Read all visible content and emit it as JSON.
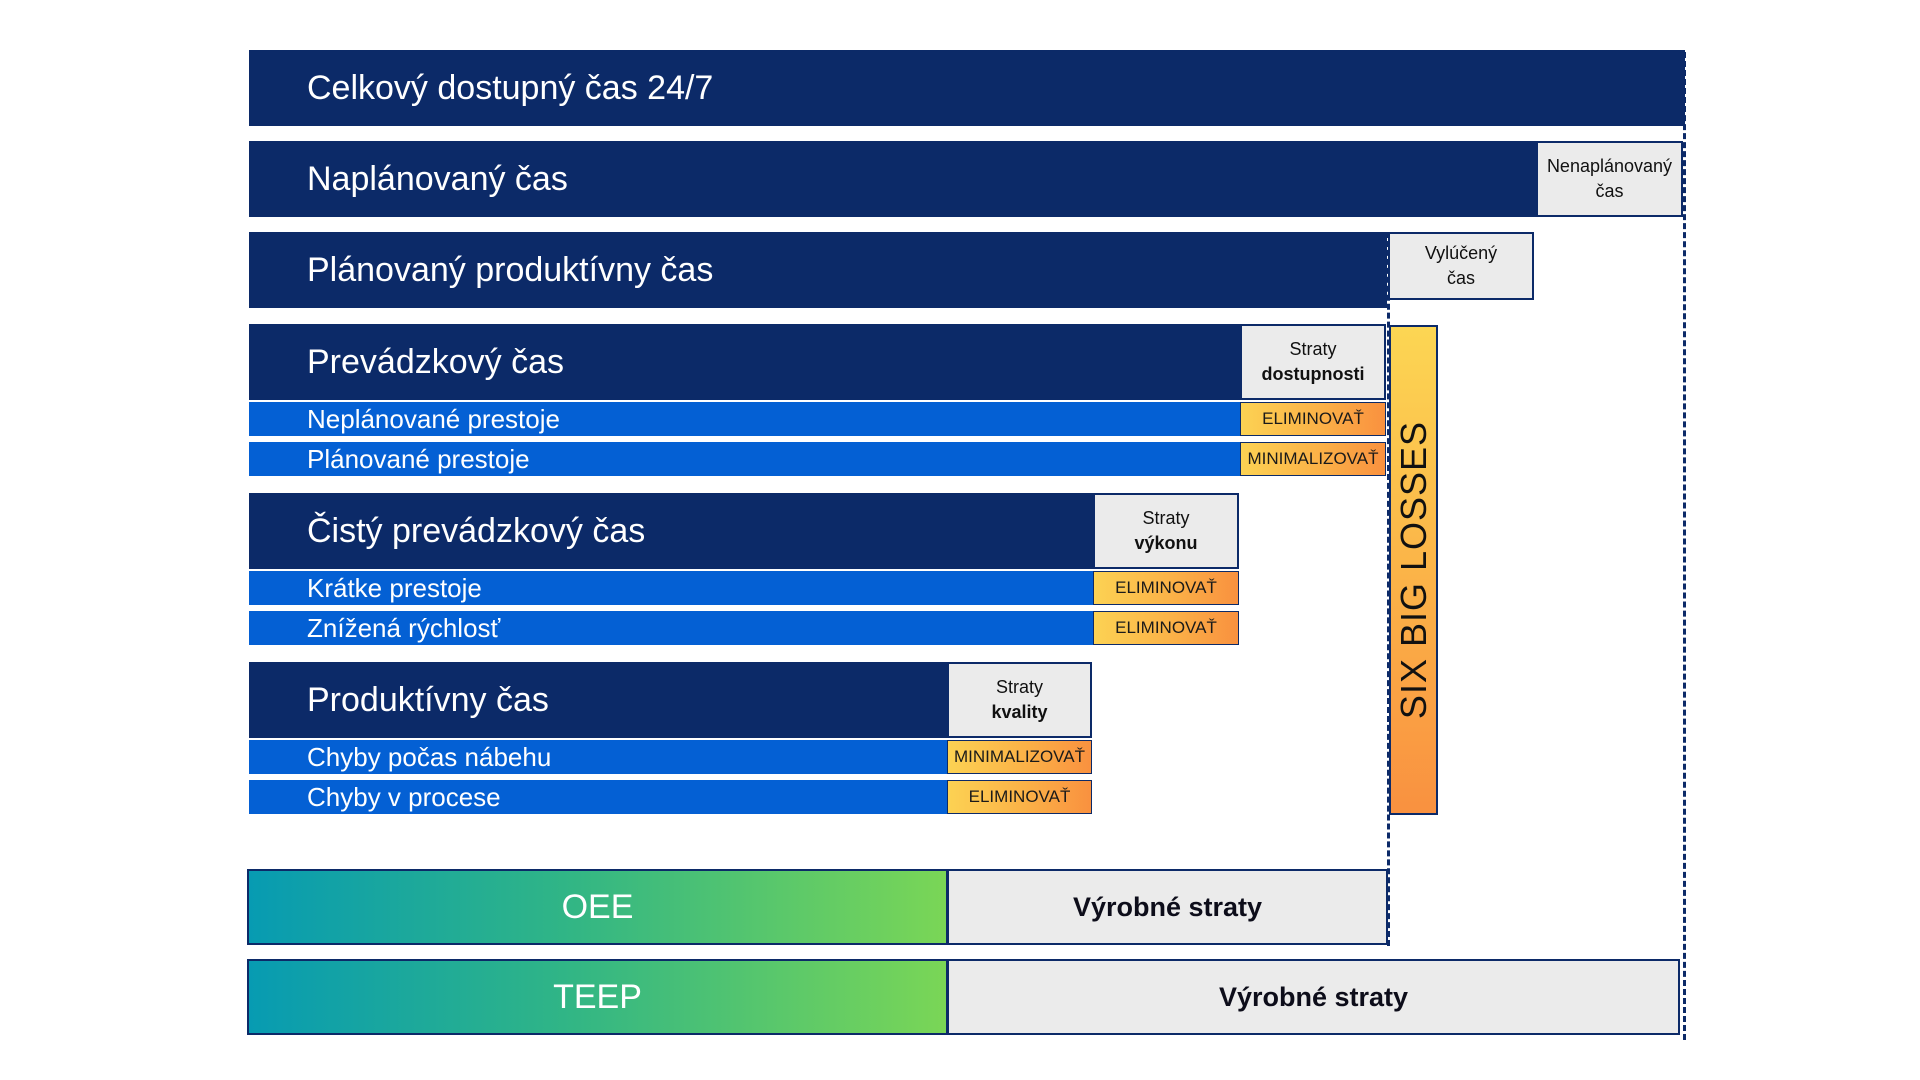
{
  "rows": {
    "total": "Celkový dostupný čas 24/7",
    "planned": "Naplánovaný čas",
    "unplanned_box": [
      "Nenaplánovaný",
      "čas"
    ],
    "planned_productive": "Plánovaný produktívny čas",
    "excluded_box": [
      "Vylúčený",
      "čas"
    ],
    "operating": "Prevádzkový čas",
    "availability_box": [
      "Straty",
      "dostupnosti"
    ],
    "unplanned_downtime": "Neplánované prestoje",
    "unplanned_downtime_action": "ELIMINOVAŤ",
    "planned_downtime": "Plánované prestoje",
    "planned_downtime_action": "MINIMALIZOVAŤ",
    "net_operating": "Čistý prevádzkový čas",
    "performance_box": [
      "Straty",
      "výkonu"
    ],
    "short_stops": "Krátke prestoje",
    "short_stops_action": "ELIMINOVAŤ",
    "reduced_speed": "Znížená rýchlosť",
    "reduced_speed_action": "ELIMINOVAŤ",
    "productive": "Produktívny čas",
    "quality_box": [
      "Straty",
      "kvality"
    ],
    "startup_defects": "Chyby počas nábehu",
    "startup_defects_action": "MINIMALIZOVAŤ",
    "process_defects": "Chyby v procese",
    "process_defects_action": "ELIMINOVAŤ"
  },
  "six_big_losses": "SIX BIG LOSSES",
  "metrics": {
    "oee": "OEE",
    "oee_losses": "Výrobné straty",
    "teep": "TEEP",
    "teep_losses": "Výrobné straty"
  },
  "colors": {
    "navy": "#0c2a68",
    "blue": "#0460d4",
    "gray": "#ebebeb",
    "orange": "#f9913f",
    "yellow": "#fcd253",
    "teal": "#079bb2",
    "green": "#7ad656"
  }
}
